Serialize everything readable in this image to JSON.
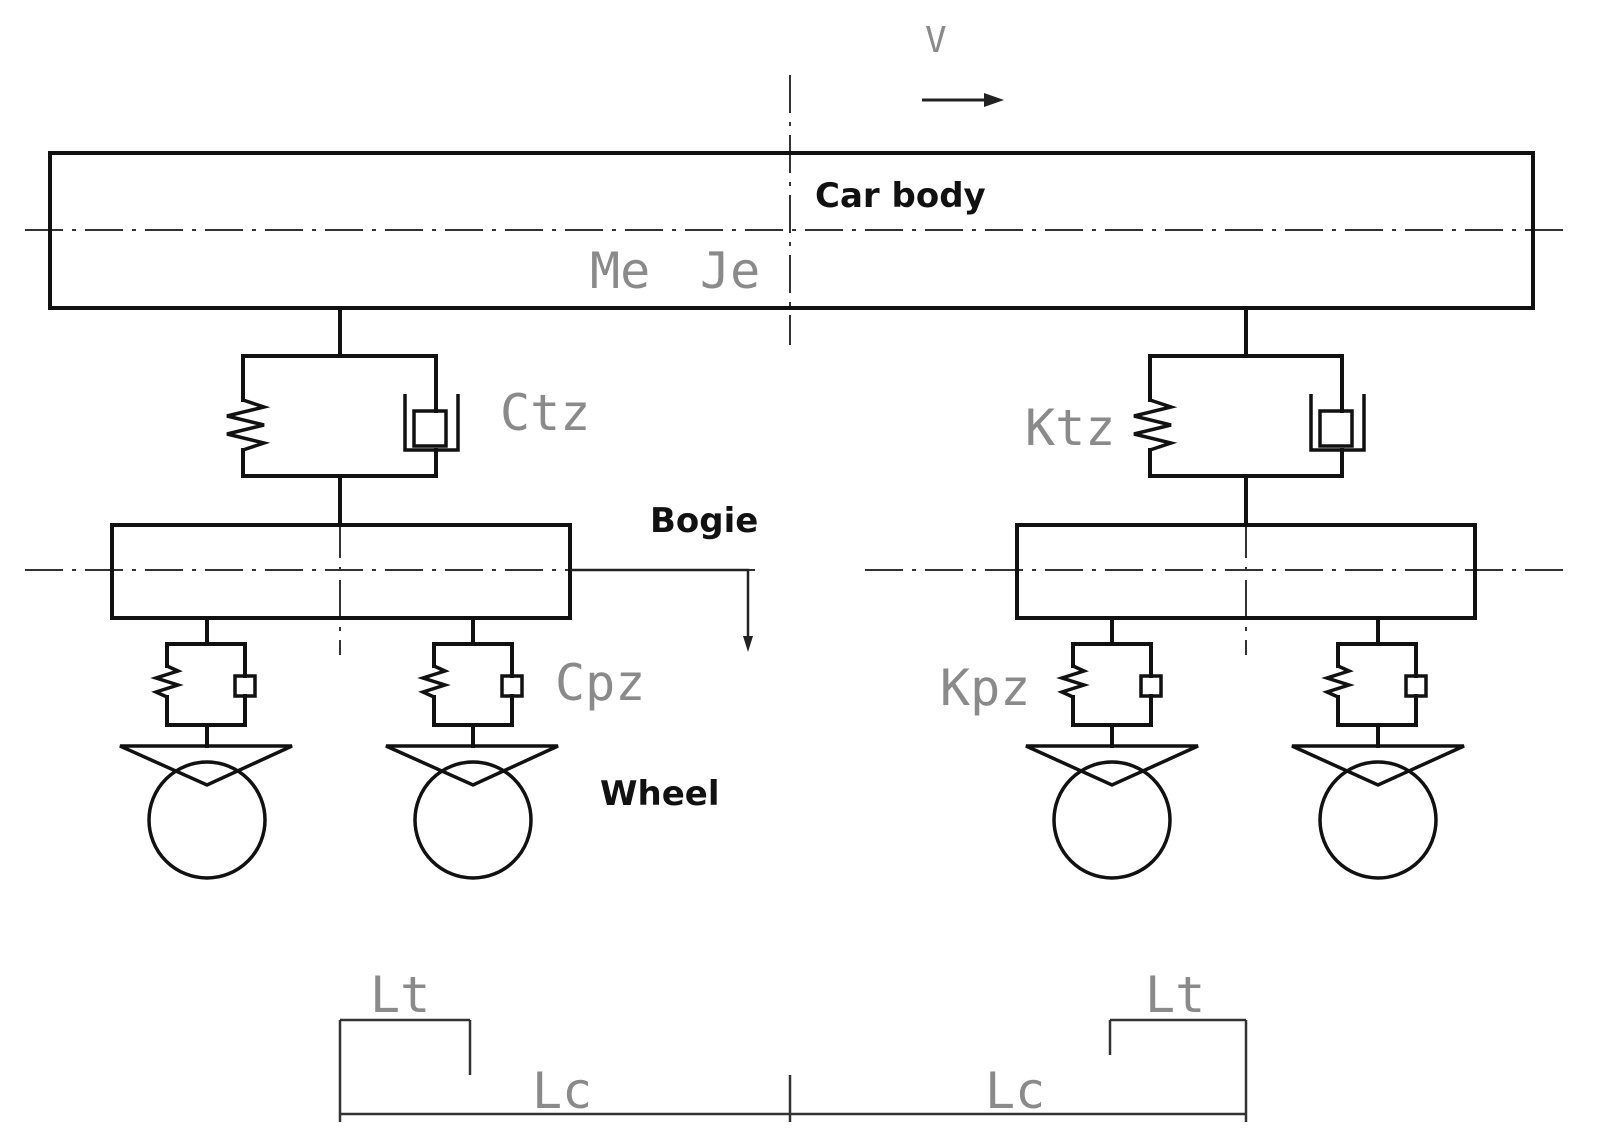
{
  "labels": {
    "car_body": "Car body",
    "me": "Me",
    "je": "Je",
    "velocity": "V",
    "ctz": "Ctz",
    "ktz": "Ktz",
    "bogie": "Bogie",
    "cpz": "Cpz",
    "kpz": "Kpz",
    "wheel": "Wheel",
    "lt_left": "Lt",
    "lt_right": "Lt",
    "lc_left": "Lc",
    "lc_right": "Lc"
  },
  "colors": {
    "line": "#111111",
    "label_light": "#8a8a8a",
    "background": "#ffffff"
  }
}
